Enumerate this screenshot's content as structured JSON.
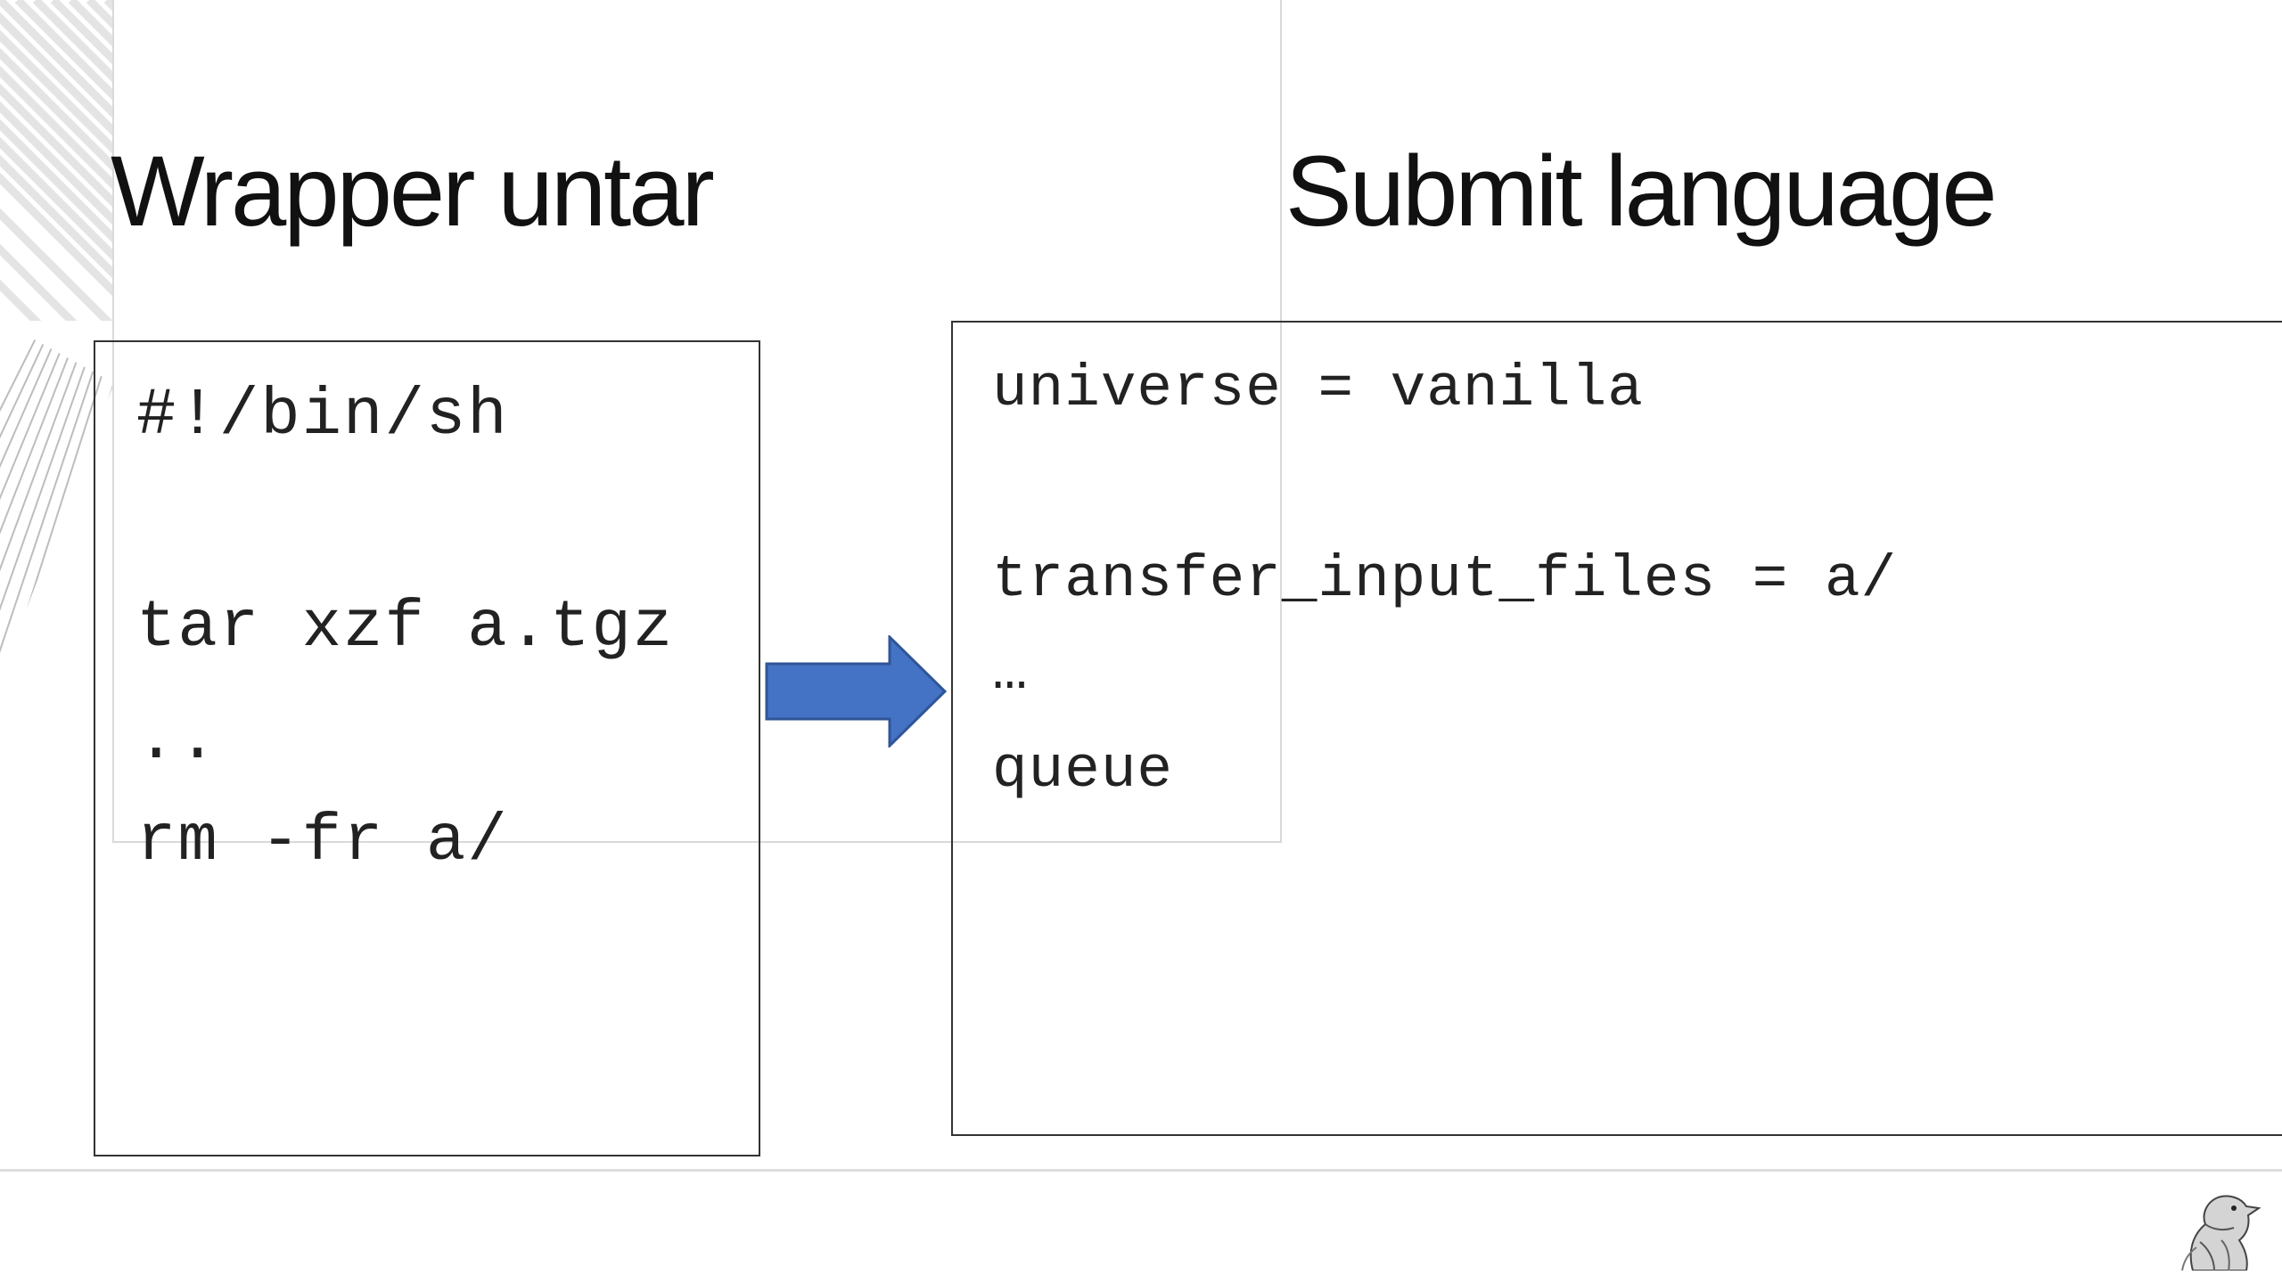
{
  "slide": {
    "left_title": "Wrapper untar",
    "right_title": "Submit language"
  },
  "left_box": {
    "lines": [
      "#!/bin/sh",
      "tar xzf a.tgz",
      "..",
      "rm -fr a/"
    ]
  },
  "right_box": {
    "lines": [
      "universe = vanilla",
      "transfer_input_files = a/",
      "…",
      "queue"
    ]
  },
  "arrow": {
    "color": "#4472c4",
    "border_color": "#2f5597"
  },
  "colors": {
    "background": "#ffffff",
    "text": "#111111",
    "box_border": "#333333",
    "footer_rule": "#dddddd"
  },
  "icons": {
    "arrow": "right-arrow-icon",
    "mascot": "bird-mascot-icon",
    "decoration": "diagonal-stripes-decoration"
  }
}
